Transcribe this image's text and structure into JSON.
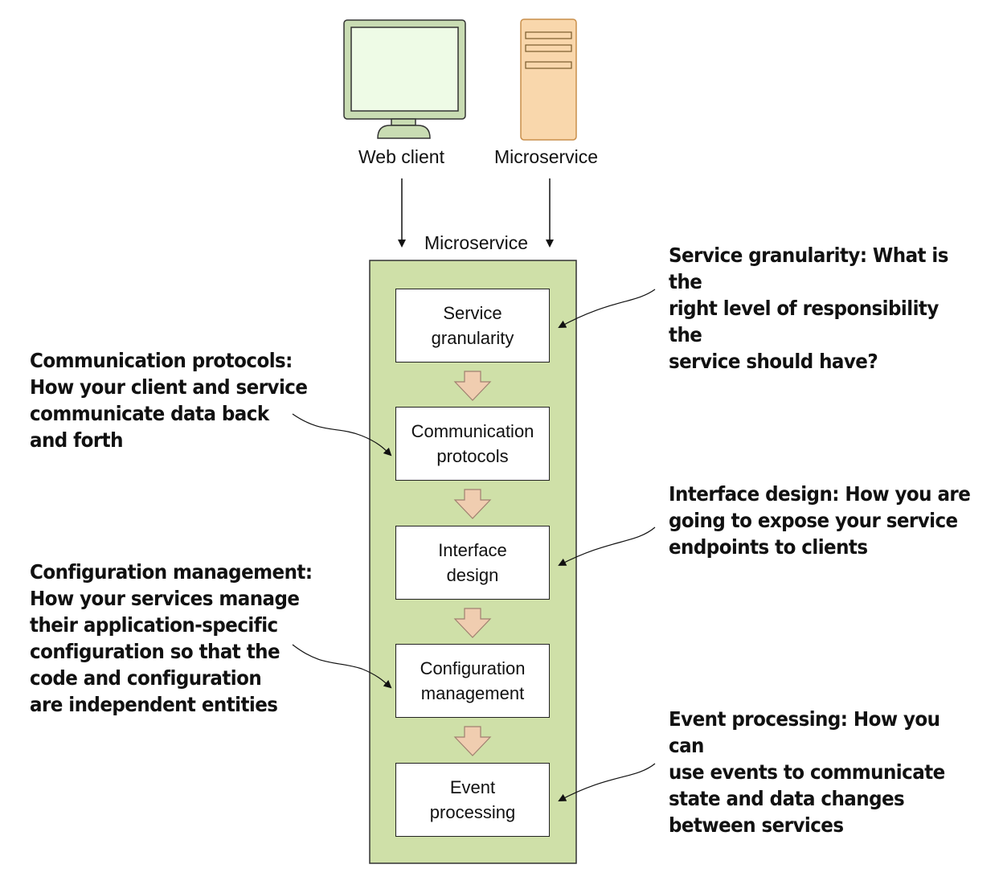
{
  "actors": {
    "web_client": "Web client",
    "microservice_source": "Microservice"
  },
  "container": {
    "title": "Microservice"
  },
  "steps": [
    "Service\ngranularity",
    "Communication\nprotocols",
    "Interface\ndesign",
    "Configuration\nmanagement",
    "Event\nprocessing"
  ],
  "annotations": {
    "service_granularity": "Service granularity: What is the\nright level of responsibility the\nservice should have?",
    "communication_protocols": "Communication protocols:\nHow your client and service\ncommunicate data back\nand forth",
    "interface_design": "Interface design: How you are\ngoing to expose your service\nendpoints to clients",
    "configuration_management": "Configuration management:\nHow your services manage\ntheir application-specific\nconfiguration so that the\ncode and configuration\nare independent entities",
    "event_processing": "Event processing: How you can\nuse events to communicate\nstate and data changes\nbetween services"
  },
  "colors": {
    "container_fill": "#cfe0a8",
    "monitor_fill": "#c9dcb3",
    "screen_fill": "#eefbe6",
    "server_fill": "#f9d7ac",
    "server_stroke": "#c98f4b",
    "flow_arrow_fill": "#f0cdb0",
    "flow_arrow_stroke": "#a08070"
  }
}
